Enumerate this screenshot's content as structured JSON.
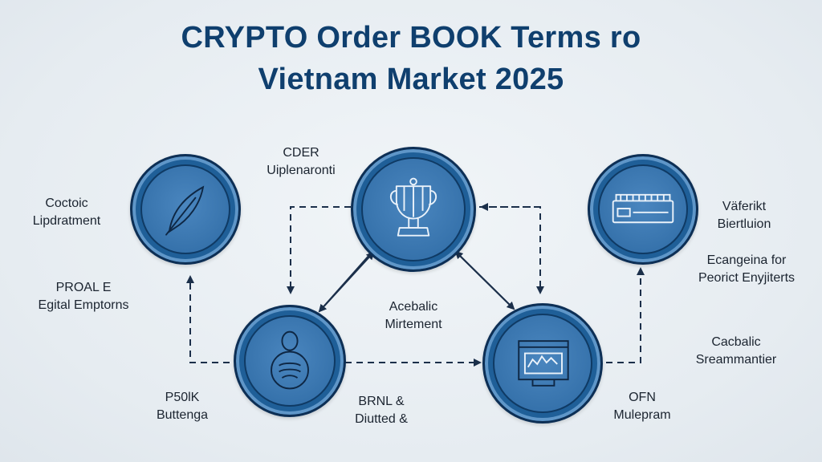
{
  "title": {
    "line1": "CRYPTO Order BOOK Terms ro",
    "line2": "Vietnam Market 2025"
  },
  "colors": {
    "title": "#0f3f6e",
    "node_fill": "#3b77b0",
    "node_border": "#0d2f55",
    "arrow": "#1b2f4a"
  },
  "nodes": [
    {
      "id": "feather",
      "icon": "feather-icon"
    },
    {
      "id": "trophy",
      "icon": "trophy-icon"
    },
    {
      "id": "cash-register",
      "icon": "cash-register-icon"
    },
    {
      "id": "coin-stack",
      "icon": "coin-stack-icon"
    },
    {
      "id": "monitor",
      "icon": "monitor-icon"
    }
  ],
  "labels": {
    "left_top": {
      "line1": "Coctoic",
      "line2": "Lipdratment"
    },
    "left_mid": {
      "line1": "PROAL E",
      "line2": "Egital Emptorns"
    },
    "top_center": {
      "line1": "CDER",
      "line2": "Uiplenaronti"
    },
    "center": {
      "line1": "Acebalic",
      "line2": "Mirtement"
    },
    "right_top": {
      "line1": "Väferikt",
      "line2": "Biertluion"
    },
    "right_mid": {
      "line1": "Ecangeina for",
      "line2": "Peorict Enyjiterts"
    },
    "right_low": {
      "line1": "Cacbalic",
      "line2": "Sreammantier"
    },
    "bottom_left": {
      "line1": "P50lK",
      "line2": "Buttenga"
    },
    "bottom_center": {
      "line1": "BRNL &",
      "line2": "Diutted &"
    },
    "bottom_right": {
      "line1": "OFN",
      "line2": "Mulepram"
    }
  }
}
